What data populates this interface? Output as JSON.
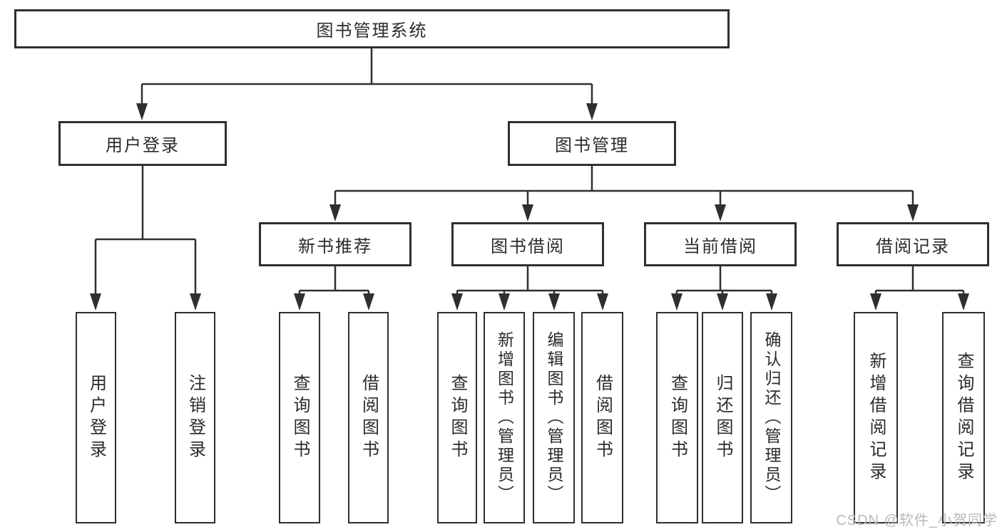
{
  "title": "图书管理系统",
  "branches": {
    "user_login": {
      "label": "用户登录",
      "children": [
        {
          "label": "用户登录"
        },
        {
          "label": "注销登录"
        }
      ]
    },
    "book_management": {
      "label": "图书管理",
      "sections": [
        {
          "label": "新书推荐",
          "children": [
            {
              "label": "查询图书"
            },
            {
              "label": "借阅图书"
            }
          ]
        },
        {
          "label": "图书借阅",
          "children": [
            {
              "label": "查询图书"
            },
            {
              "label": "新增图书（管理员）"
            },
            {
              "label": "编辑图书（管理员）"
            },
            {
              "label": "借阅图书"
            }
          ]
        },
        {
          "label": "当前借阅",
          "children": [
            {
              "label": "查询图书"
            },
            {
              "label": "归还图书"
            },
            {
              "label": "确认归还（管理员）"
            }
          ]
        },
        {
          "label": "借阅记录",
          "children": [
            {
              "label": "新增借阅记录"
            },
            {
              "label": "查询借阅记录"
            }
          ]
        }
      ]
    }
  },
  "watermark": "CSDN @软件_小贺同学",
  "colors": {
    "line": "#2f2f2f",
    "text": "#2b2b2b",
    "background": "#ffffff",
    "watermark": "#b5b9be"
  }
}
